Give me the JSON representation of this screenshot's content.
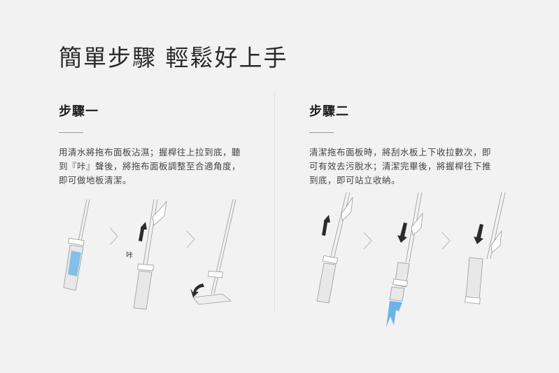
{
  "title": "簡單步驟 輕鬆好上手",
  "steps": [
    {
      "heading": "步驟一",
      "text": "用清水將拖布面板沾濕；握桿往上拉到底，聽到『咔』聲後，將拖布面板調整至合適角度，即可做地板清潔。",
      "illustration_label": "咔",
      "illustrations": [
        "wet-mop-pad",
        "pull-up-handle",
        "rotate-mop-flat"
      ]
    },
    {
      "heading": "步驟二",
      "text": "清潔拖布面板時，將刮水板上下收拉數次，即可有效去污脫水；清潔完畢後，將握桿往下推到底，即可站立收納。",
      "illustrations": [
        "pull-wiper-up",
        "push-wiper-down-squeeze",
        "push-down-store"
      ]
    }
  ],
  "colors": {
    "background": "#f2f2f2",
    "water_blue": "#6ab4e8",
    "arrow": "#2b2b2b"
  }
}
